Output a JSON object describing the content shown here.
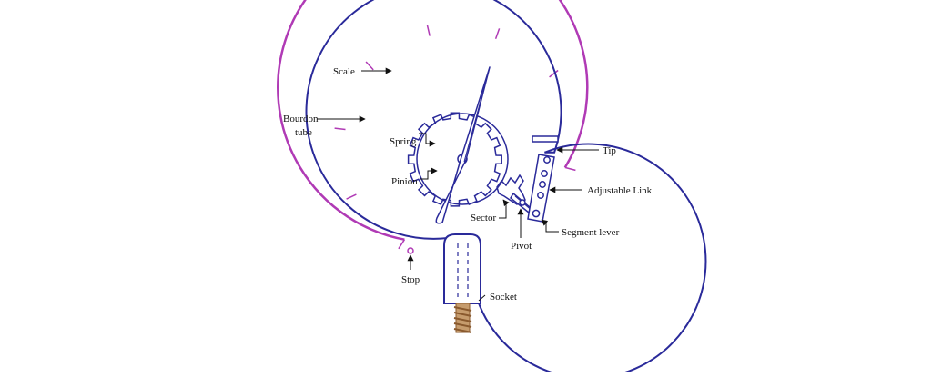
{
  "labels": {
    "scale": "Scale",
    "bourdon_line1": "Bourdon",
    "bourdon_line2": "tube",
    "spring": "Spring",
    "pinion": "Pinion",
    "sector": "Sector",
    "pivot": "Pivot",
    "stop": "Stop",
    "socket": "Socket",
    "tip": "Tip",
    "adjustable_link": "Adjustable Link",
    "segment_lever": "Segment lever"
  },
  "colors": {
    "scale": "#b03ab5",
    "tube": "#2a2a9a",
    "ink": "#111111",
    "thread": "#8a5a2e"
  }
}
